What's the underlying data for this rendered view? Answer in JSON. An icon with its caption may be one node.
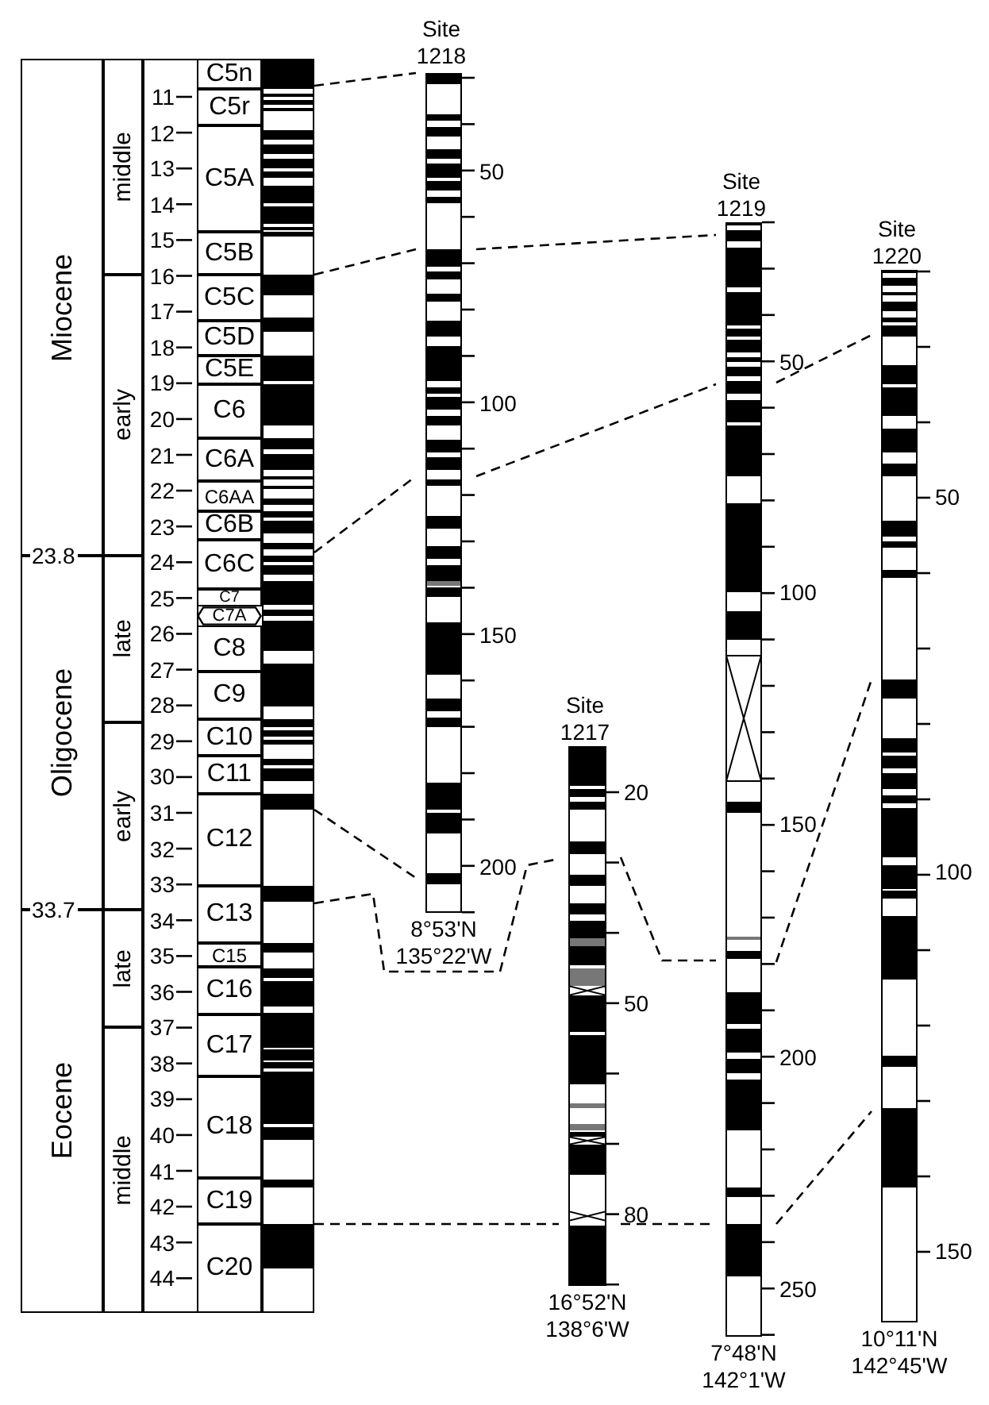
{
  "diagram": {
    "nodes": [
      {
        "text": [
          "Miocene"
        ]
      },
      {
        "text": [
          "Oligocene"
        ]
      },
      {
        "text": [
          "Eocene"
        ]
      },
      {
        "text": [
          "middle"
        ]
      },
      {
        "text": [
          "early"
        ]
      },
      {
        "text": [
          "late"
        ]
      },
      {
        "text": [
          "early"
        ]
      },
      {
        "text": [
          "late"
        ]
      },
      {
        "text": [
          "middle"
        ]
      },
      {
        "text": [
          "C5n"
        ]
      },
      {
        "text": [
          "C5r"
        ]
      },
      {
        "text": [
          "C5A"
        ]
      },
      {
        "text": [
          "C5B"
        ]
      },
      {
        "text": [
          "C5C"
        ]
      },
      {
        "text": [
          "C5D"
        ]
      },
      {
        "text": [
          "C5E"
        ]
      },
      {
        "text": [
          "C6"
        ]
      },
      {
        "text": [
          "C6A"
        ]
      },
      {
        "text": [
          "C6AA"
        ]
      },
      {
        "text": [
          "C6B"
        ]
      },
      {
        "text": [
          "C6C"
        ]
      },
      {
        "text": [
          "C7"
        ]
      },
      {
        "text": [
          "C7A"
        ]
      },
      {
        "text": [
          "C8"
        ]
      },
      {
        "text": [
          "C9"
        ]
      },
      {
        "text": [
          "C10"
        ]
      },
      {
        "text": [
          "C11"
        ]
      },
      {
        "text": [
          "C12"
        ]
      },
      {
        "text": [
          "C13"
        ]
      },
      {
        "text": [
          "C15"
        ]
      },
      {
        "text": [
          "C16"
        ]
      },
      {
        "text": [
          "C17"
        ]
      },
      {
        "text": [
          "C18"
        ]
      },
      {
        "text": [
          "C19"
        ]
      },
      {
        "text": [
          "C20"
        ]
      },
      {
        "text": [],
        "shape": "bar"
      },
      {
        "text": [
          "Site 1218"
        ],
        "beside": [
          "50",
          "100",
          "150",
          "200",
          "8°53'N 135°22'W"
        ]
      },
      {
        "text": [
          "Site 1217"
        ],
        "beside": [
          "20",
          "50",
          "80",
          "16°52'N 138°6'W"
        ]
      },
      {
        "text": [
          "Site 1219"
        ],
        "beside": [
          "50",
          "100",
          "150",
          "200",
          "250",
          "7°48'N 142°1'W"
        ]
      },
      {
        "text": [
          "Site 1220"
        ],
        "beside": [
          "50",
          "100",
          "150",
          "10°11'N 142°45'W"
        ]
      }
    ],
    "edges": [
      {
        "from": 35,
        "to": 36,
        "arrow": "none",
        "style": "dashed"
      },
      {
        "from": 35,
        "to": 36,
        "arrow": "none",
        "style": "dashed"
      },
      {
        "from": 36,
        "to": 38,
        "arrow": "none",
        "style": "dashed"
      },
      {
        "from": 35,
        "to": 36,
        "arrow": "none",
        "style": "dashed"
      },
      {
        "from": 36,
        "to": 38,
        "arrow": "none",
        "style": "dashed"
      },
      {
        "from": 38,
        "to": 39,
        "arrow": "none",
        "style": "dashed"
      },
      {
        "from": 35,
        "to": 36,
        "arrow": "none",
        "style": "dashed"
      },
      {
        "from": 35,
        "to": 37,
        "arrow": "none",
        "style": "dashed"
      },
      {
        "from": 37,
        "to": 38,
        "arrow": "none",
        "style": "dashed"
      },
      {
        "from": 38,
        "to": 39,
        "arrow": "none",
        "style": "dashed"
      },
      {
        "from": 35,
        "to": 37,
        "arrow": "none",
        "style": "dashed"
      },
      {
        "from": 37,
        "to": 38,
        "arrow": "none",
        "style": "dashed"
      },
      {
        "from": 38,
        "to": 39,
        "arrow": "none",
        "style": "dashed"
      }
    ],
    "labels": [
      "11",
      "12",
      "13",
      "14",
      "15",
      "16",
      "17",
      "18",
      "19",
      "20",
      "21",
      "22",
      "23",
      "23.8",
      "24",
      "25",
      "26",
      "27",
      "28",
      "29",
      "30",
      "31",
      "32",
      "33",
      "33.7",
      "34",
      "35",
      "36",
      "37",
      "38",
      "39",
      "40",
      "41",
      "42",
      "43",
      "44"
    ]
  }
}
